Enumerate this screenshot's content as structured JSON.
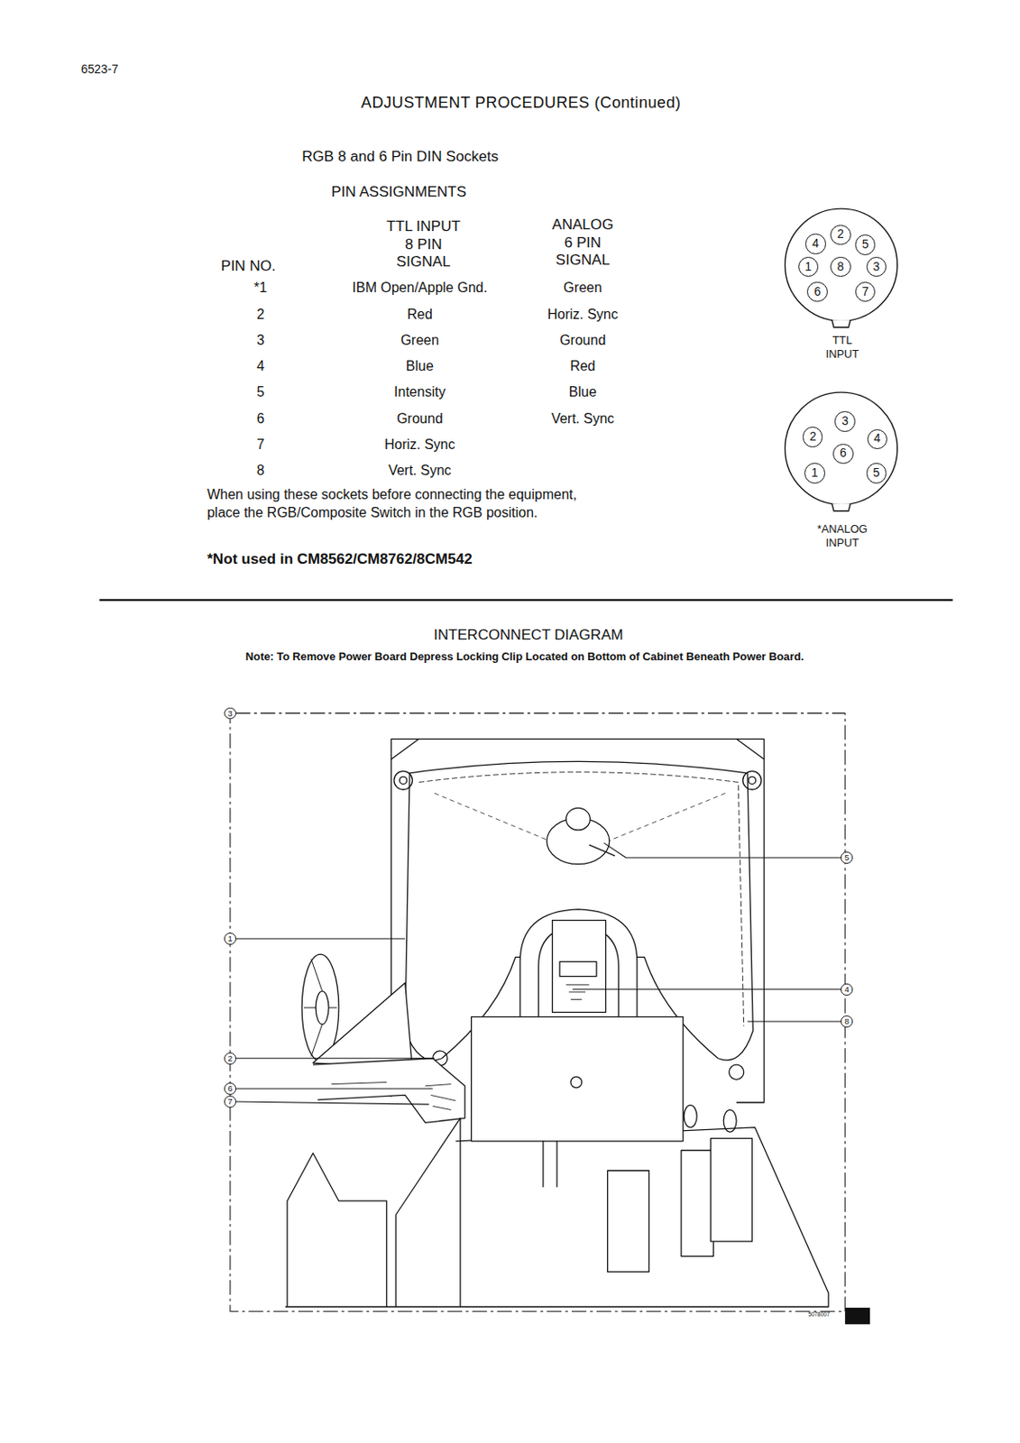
{
  "diagram": {
    "title": "ADJUSTMENT PROCEDURES (Continued)",
    "nodes": [
      {
        "text": [
          "TTL INPUT"
        ]
      },
      {
        "text": [
          "2"
        ],
        "in": 0
      },
      {
        "text": [
          "4"
        ],
        "in": 0
      },
      {
        "text": [
          "5"
        ],
        "in": 0
      },
      {
        "text": [
          "1"
        ],
        "in": 0
      },
      {
        "text": [
          "8"
        ],
        "in": 0
      },
      {
        "text": [
          "3"
        ],
        "in": 0
      },
      {
        "text": [
          "6"
        ],
        "in": 0
      },
      {
        "text": [
          "7"
        ],
        "in": 0
      },
      {
        "text": [
          "*ANALOG INPUT"
        ]
      },
      {
        "text": [
          "3"
        ],
        "in": 9
      },
      {
        "text": [
          "2"
        ],
        "in": 9
      },
      {
        "text": [
          "4"
        ],
        "in": 9
      },
      {
        "text": [
          "6"
        ],
        "in": 9
      },
      {
        "text": [
          "1"
        ],
        "in": 9
      },
      {
        "text": [
          "5"
        ],
        "in": 9
      },
      {
        "text": [
          "3"
        ]
      },
      {
        "text": [
          "5"
        ]
      },
      {
        "text": [
          "1"
        ]
      },
      {
        "text": [
          "4"
        ]
      },
      {
        "text": [
          "8"
        ]
      },
      {
        "text": [
          "2"
        ]
      },
      {
        "text": [
          "6"
        ]
      },
      {
        "text": [
          "7"
        ]
      }
    ],
    "labels": [
      "6523-7",
      "RGB 8 and 6 Pin DIN Sockets",
      "PIN ASSIGNMENTS",
      "TTL INPUT",
      "8 PIN",
      "SIGNAL",
      "ANALOG",
      "6 PIN",
      "SIGNAL",
      "PIN NO.",
      "*1",
      "IBM Open/Apple Gnd.",
      "Green",
      "2",
      "Red",
      "Horiz. Sync",
      "3",
      "Green",
      "Ground",
      "4",
      "Blue",
      "Red",
      "5",
      "Intensity",
      "Blue",
      "6",
      "Ground",
      "Vert. Sync",
      "7",
      "Horiz. Sync",
      "8",
      "Vert. Sync",
      "When using these sockets before connecting the equipment, place the RGB/Composite Switch in the RGB position.",
      "*Not used in CM8562/CM8762/8CM542",
      "INTERCONNECT DIAGRAM",
      "Note: To Remove Power Board Depress Locking Clip Located on Bottom of Cabinet Beneath Power Board.",
      "5078007"
    ]
  }
}
